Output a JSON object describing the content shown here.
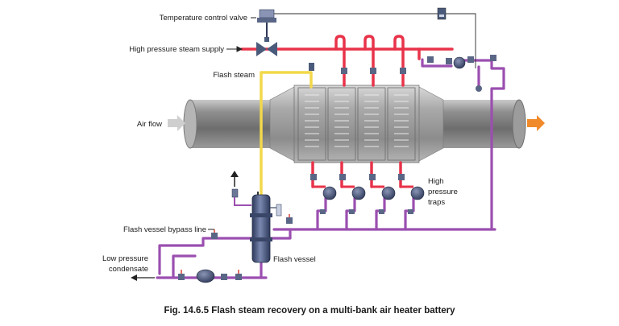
{
  "labels": {
    "temperature_control_valve": "Temperature control valve",
    "high_pressure_steam_supply": "High pressure steam supply",
    "flash_steam": "Flash steam",
    "air_flow": "Air flow",
    "high_pressure_traps_line1": "High",
    "high_pressure_traps_line2": "pressure",
    "high_pressure_traps_line3": "traps",
    "flash_vessel_bypass_line": "Flash vessel bypass line",
    "low_pressure_condensate_line1": "Low pressure",
    "low_pressure_condensate_line2": "condensate",
    "flash_vessel": "Flash vessel"
  },
  "caption": "Fig. 14.6.5 Flash steam recovery on a multi-bank air heater battery",
  "colors": {
    "steam": "#e8334a",
    "condensate": "#9b4fb0",
    "flash_steam": "#f2d84b",
    "duct": "#8a8a8a",
    "equipment": "#4a5a7a",
    "air_in_arrow": "#cfcfcf",
    "air_out_arrow": "#f08a2a"
  }
}
